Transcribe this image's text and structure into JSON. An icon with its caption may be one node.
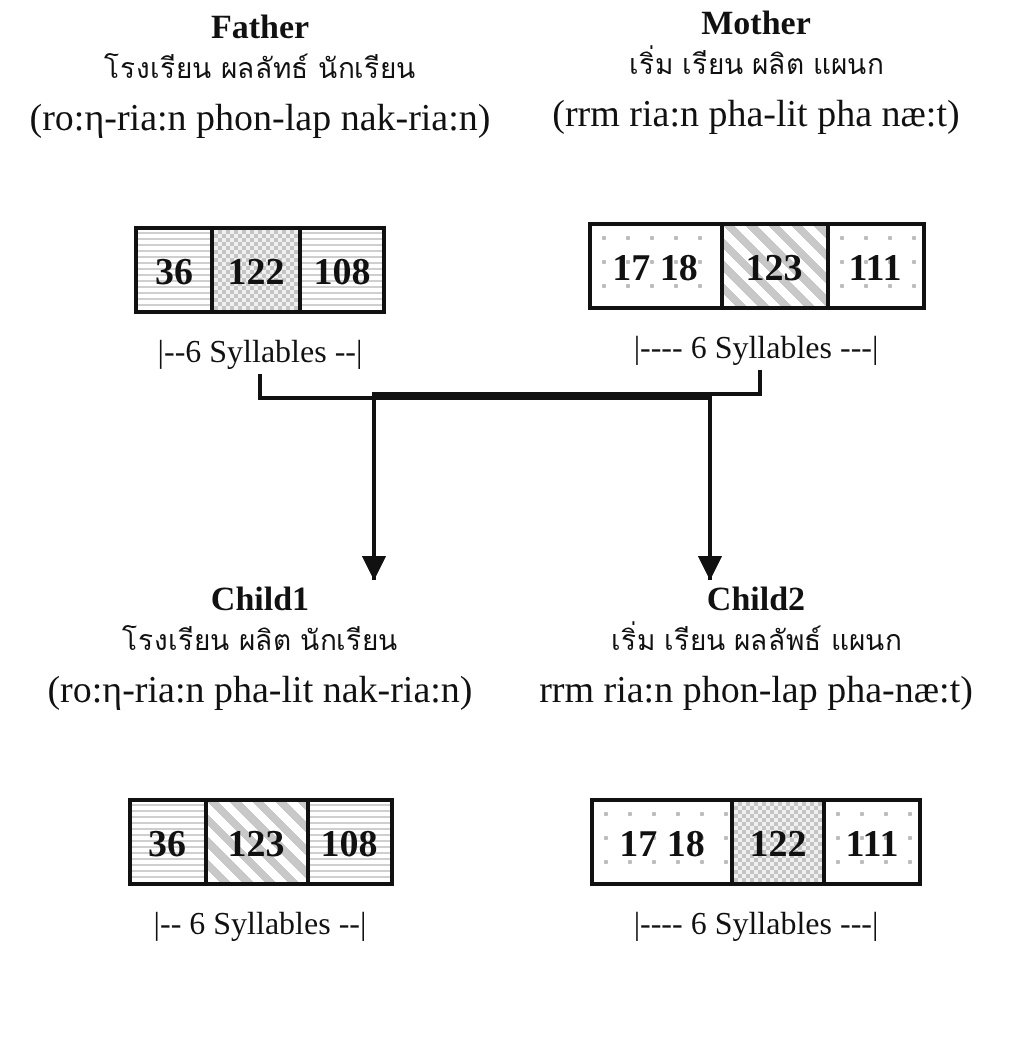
{
  "diagram": {
    "nodes": [
      {
        "text": [
          "Father",
          "โรงเรียน ผลลัทธ์ นักเรียน",
          "(ro:η-ria:n phon-lap nak-ria:n)"
        ],
        "beside": [
          "|--6 Syllables --|"
        ]
      },
      {
        "text": [
          "36"
        ],
        "in": 0
      },
      {
        "text": [
          "122"
        ],
        "in": 0
      },
      {
        "text": [
          "108"
        ],
        "in": 0
      },
      {
        "text": [
          "Mother",
          "เริ่ม เรียน ผลิต แผนก",
          "(rrm ria:n pha-lit pha næ:t)"
        ],
        "beside": [
          "|---- 6 Syllables ---|"
        ]
      },
      {
        "text": [
          "17 18"
        ],
        "in": 4
      },
      {
        "text": [
          "123"
        ],
        "in": 4
      },
      {
        "text": [
          "111"
        ],
        "in": 4
      },
      {
        "text": [
          "Child1",
          "โรงเรียน ผลิต นักเรียน",
          "(ro:η-ria:n pha-lit nak-ria:n)"
        ],
        "beside": [
          "|-- 6 Syllables --|"
        ]
      },
      {
        "text": [
          "36"
        ],
        "in": 8
      },
      {
        "text": [
          "123"
        ],
        "in": 8
      },
      {
        "text": [
          "108"
        ],
        "in": 8
      },
      {
        "text": [
          "Child2",
          "เริ่ม เรียน ผลลัพธ์ แผนก",
          "rrm ria:n phon-lap pha-næ:t)"
        ],
        "beside": [
          "|---- 6 Syllables ---|"
        ]
      },
      {
        "text": [
          "17 18"
        ],
        "in": 12
      },
      {
        "text": [
          "122"
        ],
        "in": 12
      },
      {
        "text": [
          "111"
        ],
        "in": 12
      }
    ],
    "edges": [
      {
        "from": 0,
        "to": 8,
        "arrow": "to"
      },
      {
        "from": 0,
        "to": 12,
        "arrow": "to"
      },
      {
        "from": 4,
        "to": 8,
        "arrow": "to"
      },
      {
        "from": 4,
        "to": 12,
        "arrow": "to"
      }
    ]
  }
}
